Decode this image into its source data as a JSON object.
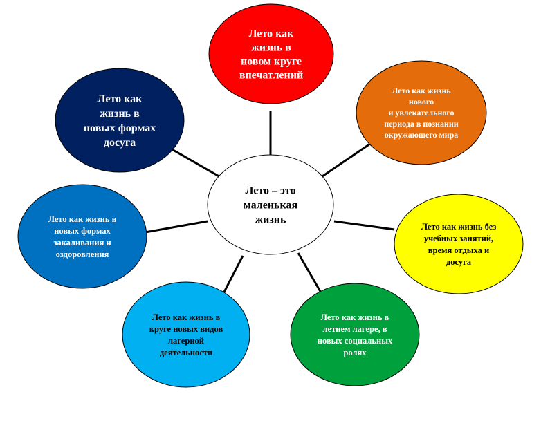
{
  "center": {
    "lines": [
      "Лето – это",
      "маленькая",
      "жизнь"
    ],
    "fill": "#ffffff",
    "text_color": "#000000"
  },
  "nodes": [
    {
      "id": "novom-kruge",
      "lines": [
        "Лето как",
        "жизнь в",
        "новом круге",
        "впечатлений"
      ],
      "fill": "#ff0000",
      "text_color": "#ffffff"
    },
    {
      "id": "novogo-perioda",
      "lines": [
        "Лето как жизнь",
        "нового",
        "и увлекательного",
        "периода в познании",
        "окружающего мира"
      ],
      "fill": "#e46c0a",
      "text_color": "#ffffff"
    },
    {
      "id": "bez-zanyatiy",
      "lines": [
        "Лето как жизнь без",
        "учебных занятий,",
        "время отдыха и",
        "досуга"
      ],
      "fill": "#ffff00",
      "text_color": "#000000"
    },
    {
      "id": "letnem-lagere",
      "lines": [
        "Лето как жизнь в",
        "летнем лагере, в",
        "новых социальных",
        "ролях"
      ],
      "fill": "#00a03c",
      "text_color": "#ffffff"
    },
    {
      "id": "lagernoy-deyatelnosti",
      "lines": [
        "Лето как жизнь в",
        "круге новых видов",
        "лагерной",
        "деятельности"
      ],
      "fill": "#00b0f0",
      "text_color": "#000000"
    },
    {
      "id": "zakalivaniya",
      "lines": [
        "Лето как жизнь в",
        "новых формах",
        "закаливания и",
        "оздоровления"
      ],
      "fill": "#0070c0",
      "text_color": "#ffffff"
    },
    {
      "id": "formah-dosuga",
      "lines": [
        "Лето как",
        "жизнь в",
        "новых формах",
        "досуга"
      ],
      "fill": "#002060",
      "text_color": "#ffffff"
    }
  ]
}
